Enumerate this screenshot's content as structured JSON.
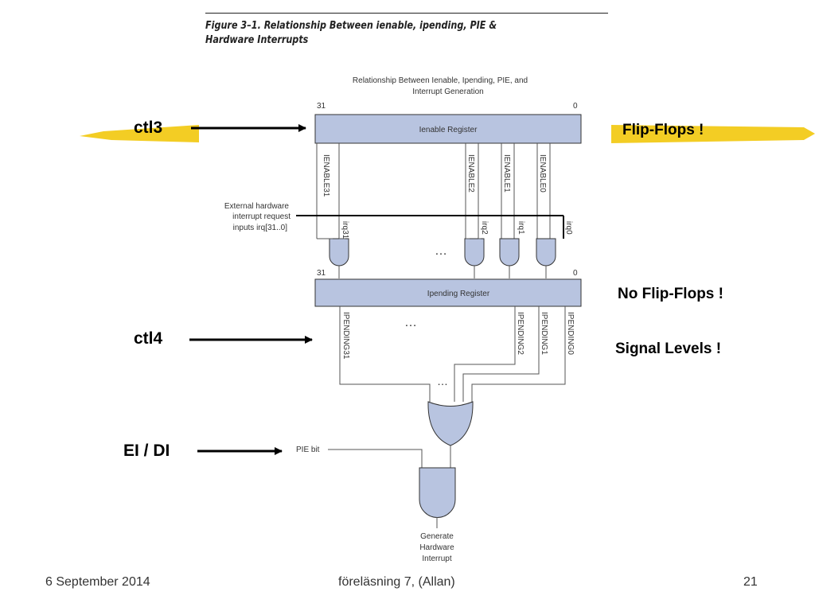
{
  "figure": {
    "caption": "Figure 3–1. Relationship Between ienable, ipending, PIE & Hardware Interrupts",
    "title_line1": "Relationship Between Ienable, Ipending, PIE, and",
    "title_line2": "Interrupt Generation",
    "ienable_register": "Ienable Register",
    "ipending_register": "Ipending Register",
    "bit_high": "31",
    "bit_low": "0",
    "ienable_signals": [
      "IENABLE31",
      "IENABLE2",
      "IENABLE1",
      "IENABLE0"
    ],
    "irq_signals": [
      "irq31",
      "irq2",
      "irq1",
      "irq0"
    ],
    "ipending_signals": [
      "IPENDING31",
      "IPENDING2",
      "IPENDING1",
      "IPENDING0"
    ],
    "external_line1": "External hardware",
    "external_line2": "interrupt request",
    "external_line3": "inputs irq[31..0]",
    "ellipsis": "…",
    "pie_bit": "PIE bit",
    "output_line1": "Generate",
    "output_line2": "Hardware",
    "output_line3": "Interrupt",
    "colors": {
      "register_fill": "#b8c4e0",
      "gate_fill": "#b8c4e0",
      "highlight": "#f2c80c"
    }
  },
  "annotations": {
    "ctl3": "ctl3",
    "ctl4": "ctl4",
    "ei_di": "EI / DI",
    "flip_flops": "Flip-Flops !",
    "no_flip_flops": "No Flip-Flops !",
    "signal_levels": "Signal Levels !"
  },
  "footer": {
    "date": "6 September 2014",
    "lecture": "föreläsning 7, (Allan)",
    "page": "21"
  }
}
